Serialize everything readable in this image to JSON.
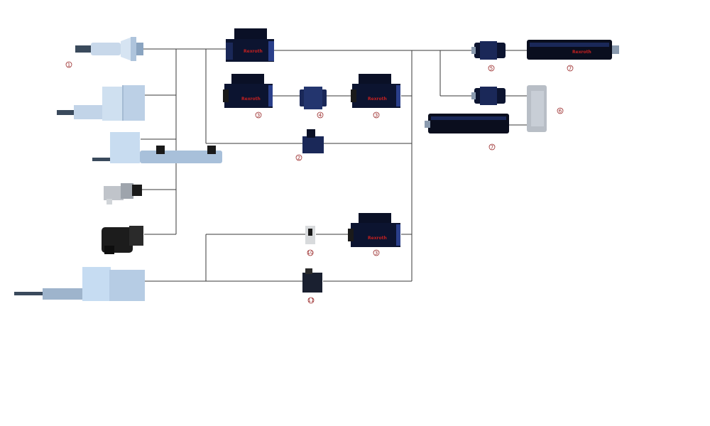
{
  "labels": {
    "tool_1": "1",
    "gear_2": "2",
    "motor_3a": "3",
    "coupling_4": "4",
    "motor_3b": "3",
    "gearbox_5a": "5",
    "motor_7a": "7",
    "angle_6": "6",
    "motor_7b": "7",
    "part_10": "10",
    "motor_3c": "3",
    "part_11": "11"
  },
  "brand_text": "Rexroth",
  "colors": {
    "wire": "#3a3a3a",
    "label": "#9a2a2a",
    "motor_body": "#0c1430",
    "motor_accent": "#2a3f8a",
    "brand_red": "#c22020",
    "tool_blue": "#bcd0e6",
    "tool_dark": "#2a3a4a"
  }
}
